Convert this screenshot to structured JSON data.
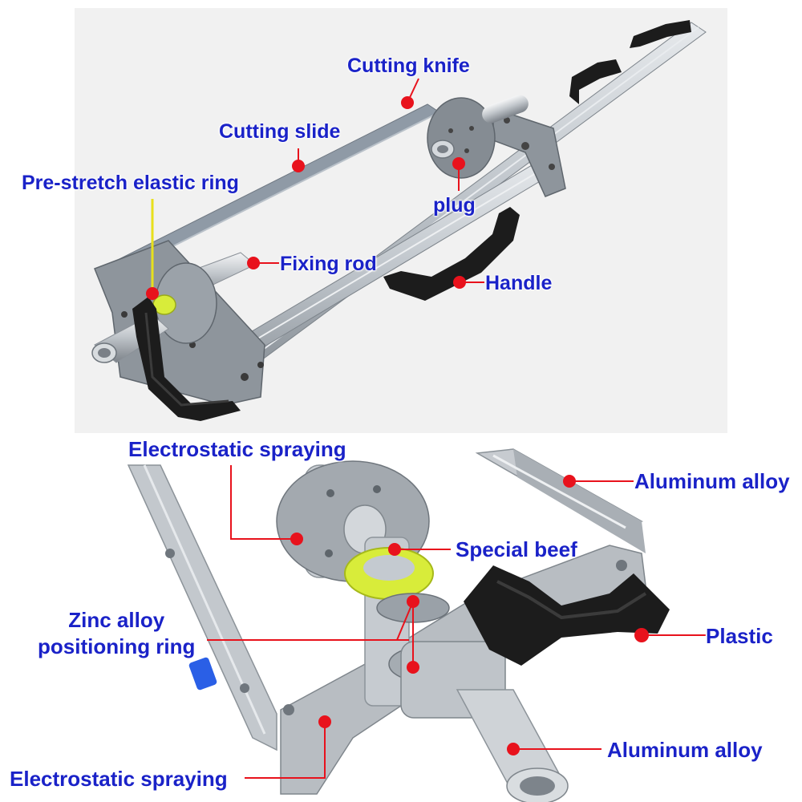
{
  "top_labels": {
    "cutting_knife": "Cutting knife",
    "cutting_slide": "Cutting slide",
    "pre_stretch_ring": "Pre-stretch elastic ring",
    "plug": "plug",
    "fixing_rod": "Fixing rod",
    "handle": "Handle"
  },
  "bottom_labels": {
    "electrostatic_top": "Electrostatic spraying",
    "aluminum_top": "Aluminum alloy",
    "special_beef": "Special beef",
    "zinc_line1": "Zinc alloy",
    "zinc_line2": "positioning ring",
    "plastic": "Plastic",
    "aluminum_bottom": "Aluminum alloy",
    "electrostatic_bottom": "Electrostatic spraying"
  },
  "colors": {
    "label_text": "#1a22c8",
    "marker": "#e8121c",
    "top_background": "#f1f1f1",
    "bottom_background": "#ffffff",
    "aluminum": "#c9ced4",
    "steel_plate": "#8e959c",
    "handle": "#1c1c1c",
    "yellow_ring": "#d8ec3a"
  }
}
